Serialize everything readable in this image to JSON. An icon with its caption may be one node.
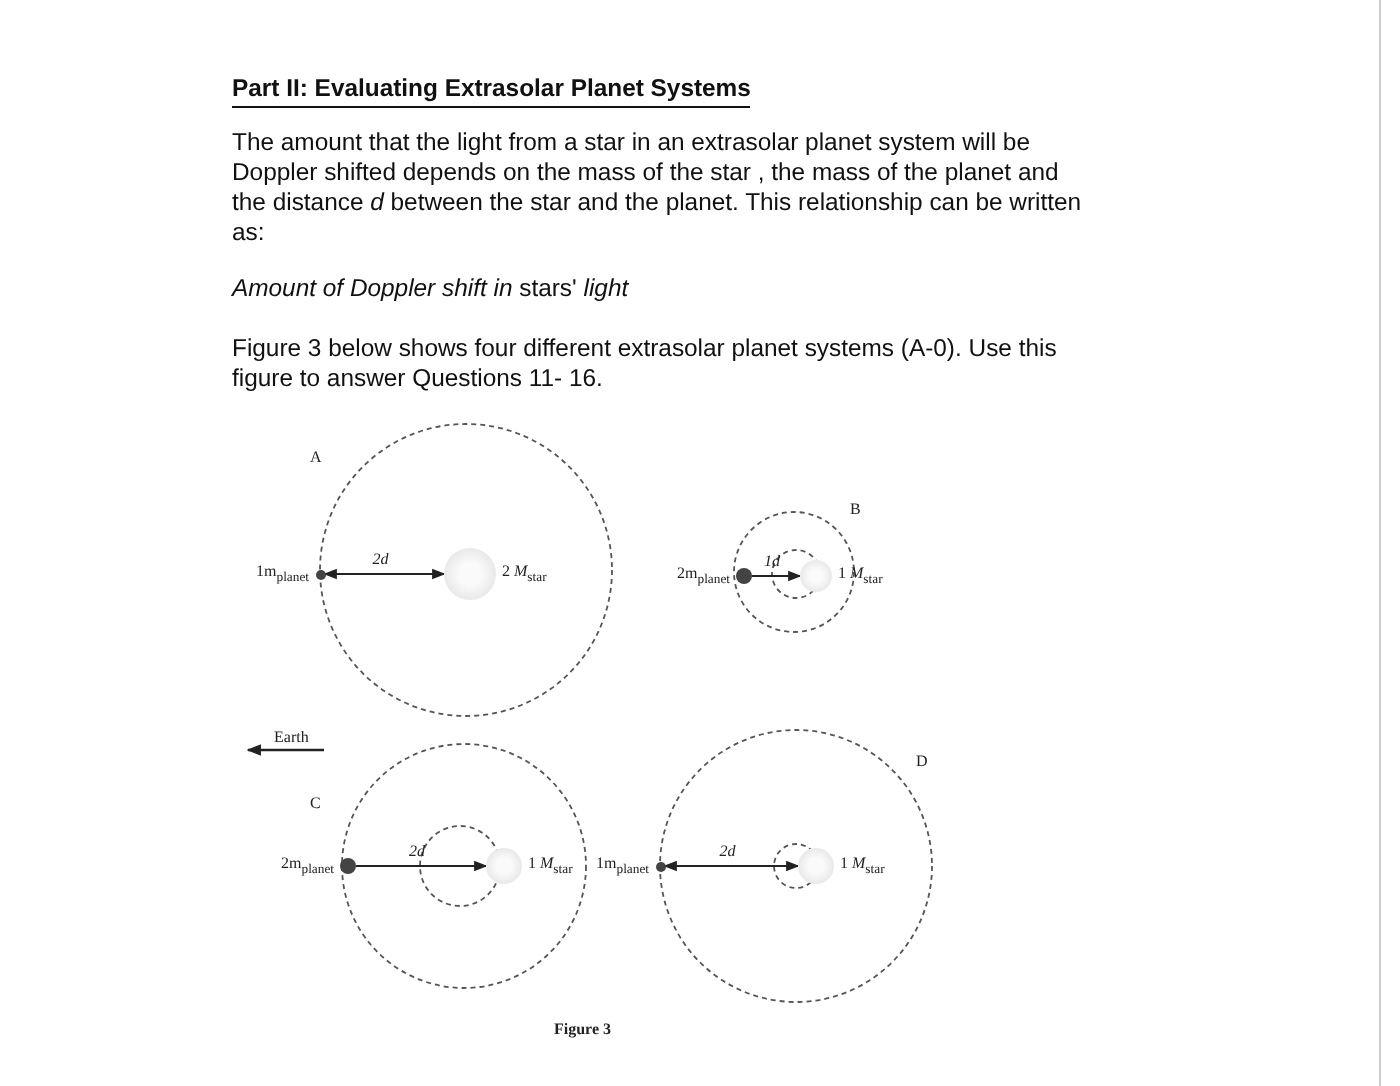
{
  "diagram": {
    "title": "Part II: Evaluating Extrasolar Planet Systems",
    "nodes": [
      {
        "text": [],
        "shape": "circle",
        "beside": [
          "1m$_{planet}$"
        ]
      },
      {
        "text": [],
        "shape": "circle",
        "beside": [
          "2 *M*$_{star}$"
        ]
      },
      {
        "text": [],
        "shape": "circle",
        "beside": [
          "2m$_{planet}$"
        ]
      },
      {
        "text": [],
        "shape": "circle",
        "beside": [
          "1 *M*$_{star}$"
        ]
      },
      {
        "text": [],
        "shape": "circle",
        "beside": [
          "2m$_{planet}$"
        ]
      },
      {
        "text": [],
        "shape": "circle",
        "beside": [
          "1 *M*$_{star}$"
        ]
      },
      {
        "text": [],
        "shape": "circle",
        "beside": [
          "1m$_{planet}$"
        ]
      },
      {
        "text": [],
        "shape": "circle",
        "beside": [
          "1 *M*$_{star}$"
        ]
      }
    ],
    "edges": [
      {
        "from": 0,
        "to": 1,
        "arrow": "both",
        "label": "2d"
      },
      {
        "from": 2,
        "to": 3,
        "arrow": "to",
        "label": "1d"
      },
      {
        "from": 4,
        "to": 5,
        "arrow": "to",
        "label": "2d"
      },
      {
        "from": 6,
        "to": 7,
        "arrow": "both",
        "label": "2d"
      }
    ],
    "labels": [
      "The amount that the light from a star in an extrasolar planet system will be Doppler shifted depends on the mass of the star , the mass of the planet  and the distance *d* between the star and the planet. This relationship can be written as:",
      "*Amount of Doppler shift in* stars' *light*",
      "Figure 3 below shows four different extrasolar planet systems (A-0). Use this figure to answer Questions 11- 16.",
      "A",
      "B",
      "Earth",
      "C",
      "D",
      "Figure 3"
    ]
  }
}
